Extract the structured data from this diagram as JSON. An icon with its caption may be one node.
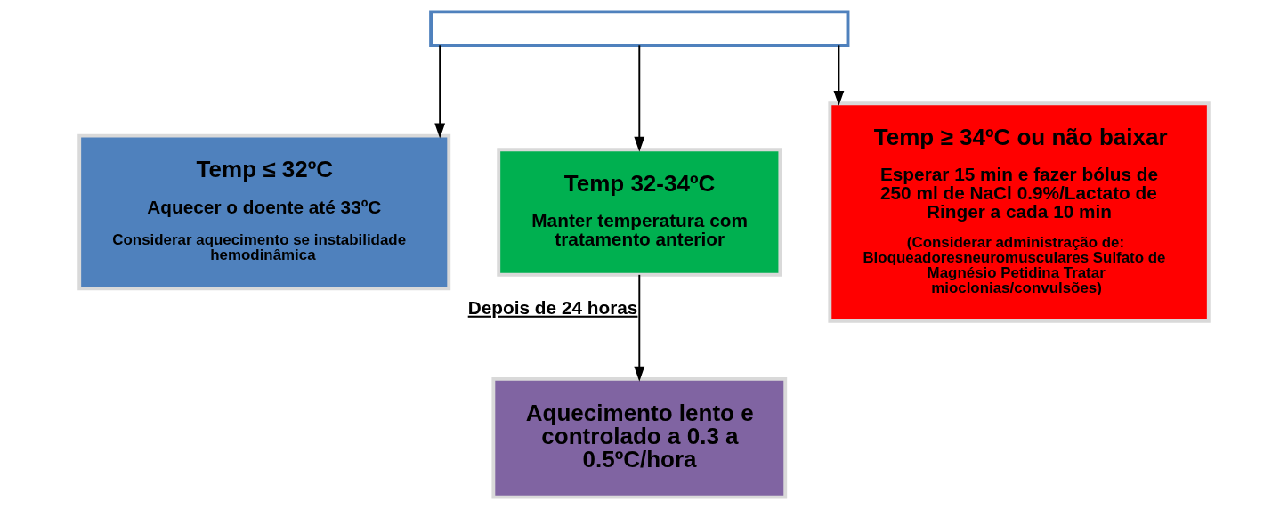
{
  "diagram": {
    "nodes": [
      {
        "text": [],
        "shape": "box"
      },
      {
        "text": [
          "Temp ≤ 32ºC",
          "Aquecer o doente até 33ºC",
          "Considerar aquecimento se instabilidade hemodinâmica"
        ]
      },
      {
        "text": [
          "Temp 32-34ºC",
          "Manter temperatura com tratamento anterior"
        ]
      },
      {
        "text": [
          "Temp ≥ 34ºC ou não baixar",
          "Esperar 15 min e fazer bólus de 250 ml de NaCl 0.9%/Lactato de Ringer a cada 10 min",
          "(Considerar administração de: Bloqueadoresneuromusculares Sulfato de Magnésio Petidina Tratar mioclonias/convulsões)"
        ]
      },
      {
        "text": [
          "Aquecimento lento e controlado a 0.3 a 0.5ºC/hora"
        ]
      }
    ],
    "edges": [
      {
        "from": 0,
        "to": 1,
        "arrow": "to"
      },
      {
        "from": 0,
        "to": 2,
        "arrow": "to"
      },
      {
        "from": 0,
        "to": 3,
        "arrow": "to"
      },
      {
        "from": 2,
        "to": 4,
        "label": "Depois de 24 horas",
        "arrow": "to"
      }
    ]
  }
}
